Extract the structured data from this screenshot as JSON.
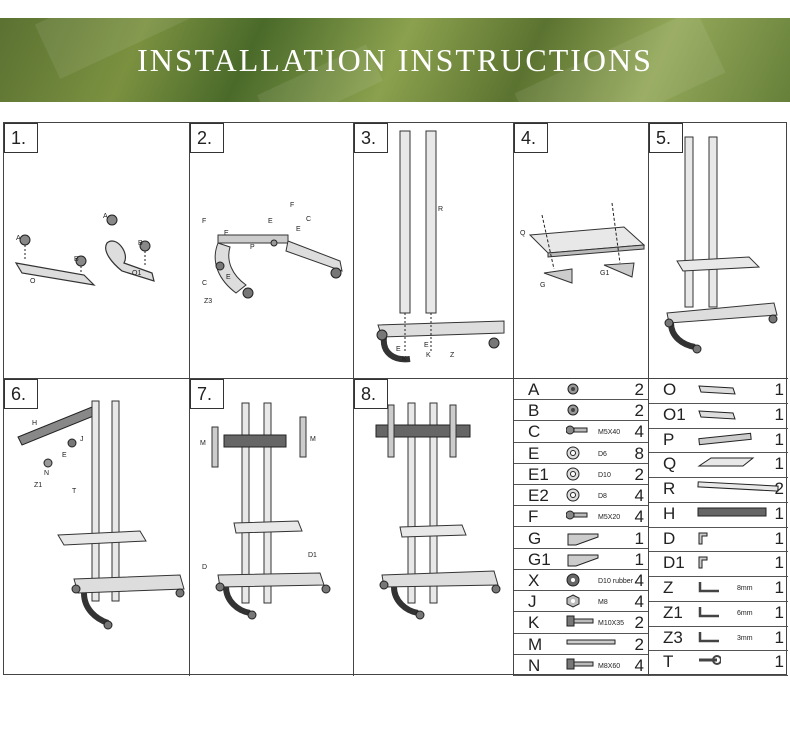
{
  "banner": {
    "title": "INSTALLATION INSTRUCTIONS"
  },
  "steps": [
    {
      "number": "1.",
      "labels": [
        "A",
        "A",
        "B",
        "B",
        "O",
        "O1"
      ]
    },
    {
      "number": "2.",
      "labels": [
        "F",
        "E",
        "E",
        "F",
        "C",
        "E",
        "P",
        "C",
        "E",
        "Z3"
      ]
    },
    {
      "number": "3.",
      "labels": [
        "R",
        "E",
        "E",
        "K",
        "K",
        "Z"
      ]
    },
    {
      "number": "4.",
      "labels": [
        "Q",
        "G",
        "G1"
      ]
    },
    {
      "number": "5.",
      "labels": []
    },
    {
      "number": "6.",
      "labels": [
        "H",
        "J",
        "E",
        "N",
        "Z1",
        "T"
      ]
    },
    {
      "number": "7.",
      "labels": [
        "M",
        "M",
        "D",
        "D1"
      ]
    },
    {
      "number": "8.",
      "labels": []
    }
  ],
  "parts_left": [
    {
      "letter": "A",
      "desc": "",
      "qty": "2",
      "icon": "knob-icon"
    },
    {
      "letter": "B",
      "desc": "",
      "qty": "2",
      "icon": "knob-icon"
    },
    {
      "letter": "C",
      "desc": "M5X40",
      "qty": "4",
      "icon": "screw-icon"
    },
    {
      "letter": "E",
      "desc": "D6",
      "qty": "8",
      "icon": "washer-icon"
    },
    {
      "letter": "E1",
      "desc": "D10",
      "qty": "2",
      "icon": "washer-icon"
    },
    {
      "letter": "E2",
      "desc": "D8",
      "qty": "4",
      "icon": "washer-icon"
    },
    {
      "letter": "F",
      "desc": "M5X20",
      "qty": "4",
      "icon": "screw-icon"
    },
    {
      "letter": "G",
      "desc": "",
      "qty": "1",
      "icon": "bracket-icon"
    },
    {
      "letter": "G1",
      "desc": "",
      "qty": "1",
      "icon": "bracket-icon"
    },
    {
      "letter": "X",
      "desc": "D10 rubber",
      "qty": "4",
      "icon": "rubber-washer-icon"
    },
    {
      "letter": "J",
      "desc": "M8",
      "qty": "4",
      "icon": "nut-icon"
    },
    {
      "letter": "K",
      "desc": "M10X35",
      "qty": "2",
      "icon": "bolt-icon"
    },
    {
      "letter": "M",
      "desc": "",
      "qty": "2",
      "icon": "rail-icon"
    },
    {
      "letter": "N",
      "desc": "M8X60",
      "qty": "4",
      "icon": "bolt-icon"
    }
  ],
  "parts_right": [
    {
      "letter": "O",
      "desc": "",
      "qty": "1",
      "icon": "leg-icon"
    },
    {
      "letter": "O1",
      "desc": "",
      "qty": "1",
      "icon": "leg-icon"
    },
    {
      "letter": "P",
      "desc": "",
      "qty": "1",
      "icon": "crossbar-icon"
    },
    {
      "letter": "Q",
      "desc": "",
      "qty": "1",
      "icon": "shelf-icon"
    },
    {
      "letter": "R",
      "desc": "",
      "qty": "2",
      "icon": "pole-icon"
    },
    {
      "letter": "H",
      "desc": "",
      "qty": "1",
      "icon": "mount-plate-icon"
    },
    {
      "letter": "D",
      "desc": "",
      "qty": "1",
      "icon": "clip-icon"
    },
    {
      "letter": "D1",
      "desc": "",
      "qty": "1",
      "icon": "clip-icon"
    },
    {
      "letter": "Z",
      "desc": "8mm",
      "qty": "1",
      "icon": "hex-key-icon"
    },
    {
      "letter": "Z1",
      "desc": "6mm",
      "qty": "1",
      "icon": "hex-key-icon"
    },
    {
      "letter": "Z3",
      "desc": "3mm",
      "qty": "1",
      "icon": "hex-key-icon"
    },
    {
      "letter": "T",
      "desc": "",
      "qty": "1",
      "icon": "wrench-icon"
    }
  ]
}
